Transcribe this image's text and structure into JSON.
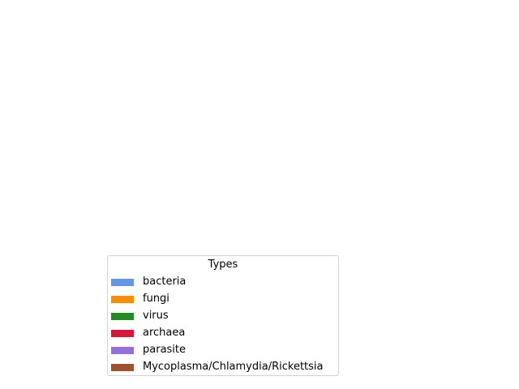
{
  "chart_data": {
    "type": "pie",
    "title": "",
    "legend": {
      "title": "Types",
      "placement": "lower-center",
      "entries": [
        {
          "label": "bacteria",
          "color": "#6495ed"
        },
        {
          "label": "fungi",
          "color": "#ff8c00"
        },
        {
          "label": "virus",
          "color": "#228b22"
        },
        {
          "label": "archaea",
          "color": "#dc143c"
        },
        {
          "label": "parasite",
          "color": "#9370db"
        },
        {
          "label": "Mycoplasma/Chlamydia/Rickettsia",
          "color": "#a0522d"
        }
      ]
    },
    "categories": [
      "bacteria",
      "fungi",
      "virus",
      "archaea",
      "parasite",
      "Mycoplasma/Chlamydia/Rickettsia"
    ],
    "values": []
  }
}
